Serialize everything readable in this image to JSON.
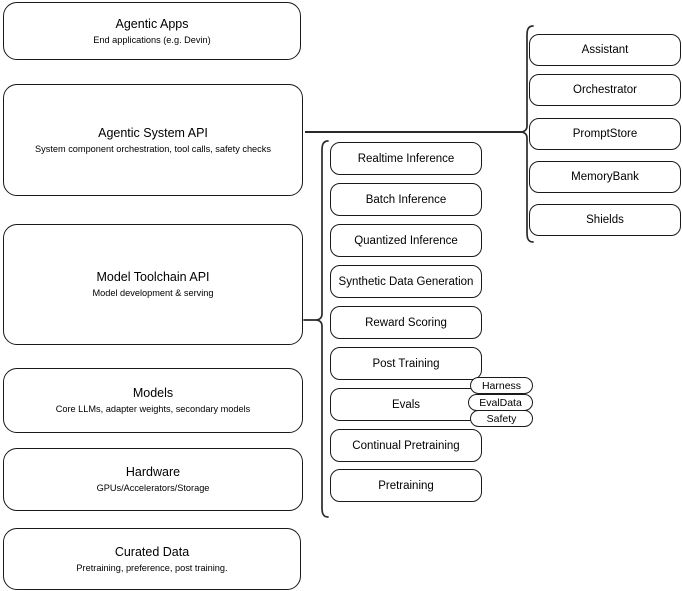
{
  "diagram": {
    "title": "AI Stack Layers Diagram",
    "stroke_color": "#1a1a1a",
    "background_color": "#ffffff",
    "layers": [
      {
        "id": "agentic-apps",
        "title": "Agentic Apps",
        "subtitle": "End applications (e.g. Devin)"
      },
      {
        "id": "agentic-system-api",
        "title": "Agentic System API",
        "subtitle": "System component orchestration, tool calls, safety checks"
      },
      {
        "id": "model-toolchain-api",
        "title": "Model Toolchain API",
        "subtitle": "Model development & serving"
      },
      {
        "id": "models",
        "title": "Models",
        "subtitle": "Core LLMs, adapter weights, secondary models"
      },
      {
        "id": "hardware",
        "title": "Hardware",
        "subtitle": "GPUs/Accelerators/Storage"
      },
      {
        "id": "curated-data",
        "title": "Curated Data",
        "subtitle": "Pretraining, preference, post training."
      }
    ],
    "toolchain_capabilities": [
      {
        "id": "realtime-inference",
        "label": "Realtime Inference"
      },
      {
        "id": "batch-inference",
        "label": "Batch Inference"
      },
      {
        "id": "quantized-inference",
        "label": "Quantized Inference"
      },
      {
        "id": "synthetic-data-generation",
        "label": "Synthetic Data Generation"
      },
      {
        "id": "reward-scoring",
        "label": "Reward Scoring"
      },
      {
        "id": "post-training",
        "label": "Post Training"
      },
      {
        "id": "evals",
        "label": "Evals"
      },
      {
        "id": "continual-pretraining",
        "label": "Continual Pretraining"
      },
      {
        "id": "pretraining",
        "label": "Pretraining"
      }
    ],
    "evals_subitems": [
      {
        "id": "harness",
        "label": "Harness"
      },
      {
        "id": "evaldata",
        "label": "EvalData"
      },
      {
        "id": "safety",
        "label": "Safety"
      }
    ],
    "system_components": [
      {
        "id": "assistant",
        "label": "Assistant"
      },
      {
        "id": "orchestrator",
        "label": "Orchestrator"
      },
      {
        "id": "promptstore",
        "label": "PromptStore"
      },
      {
        "id": "memorybank",
        "label": "MemoryBank"
      },
      {
        "id": "shields",
        "label": "Shields"
      }
    ]
  }
}
